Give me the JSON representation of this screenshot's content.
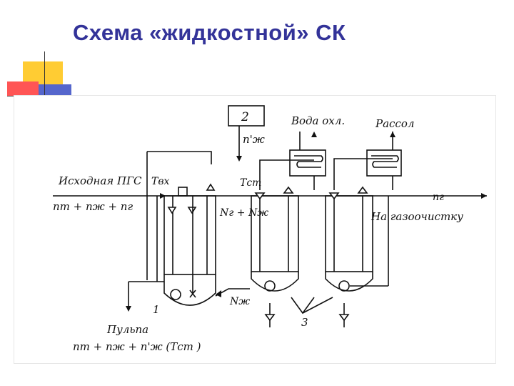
{
  "slide": {
    "title": "Схема «жидкостной» СК"
  },
  "diagram": {
    "labels": {
      "box_2": "2",
      "pj_prime": "п'ж",
      "voda_ohl": "Вода охл.",
      "rassol": "Рассол",
      "ishodnaya_pgs": "Исходная ПГС",
      "t_vh": "Твх",
      "t_st": "Тст",
      "input_flows": "пт + пж + пг",
      "ng_nzh": "Nг + Nж",
      "n_zh": "Nж",
      "n_g": "пг",
      "na_gazoochistku": "На газоочистку",
      "num_1": "1",
      "num_3": "3",
      "pulpa": "Пульпа",
      "output_flows": "пт + пж + п'ж (Тст )"
    }
  }
}
